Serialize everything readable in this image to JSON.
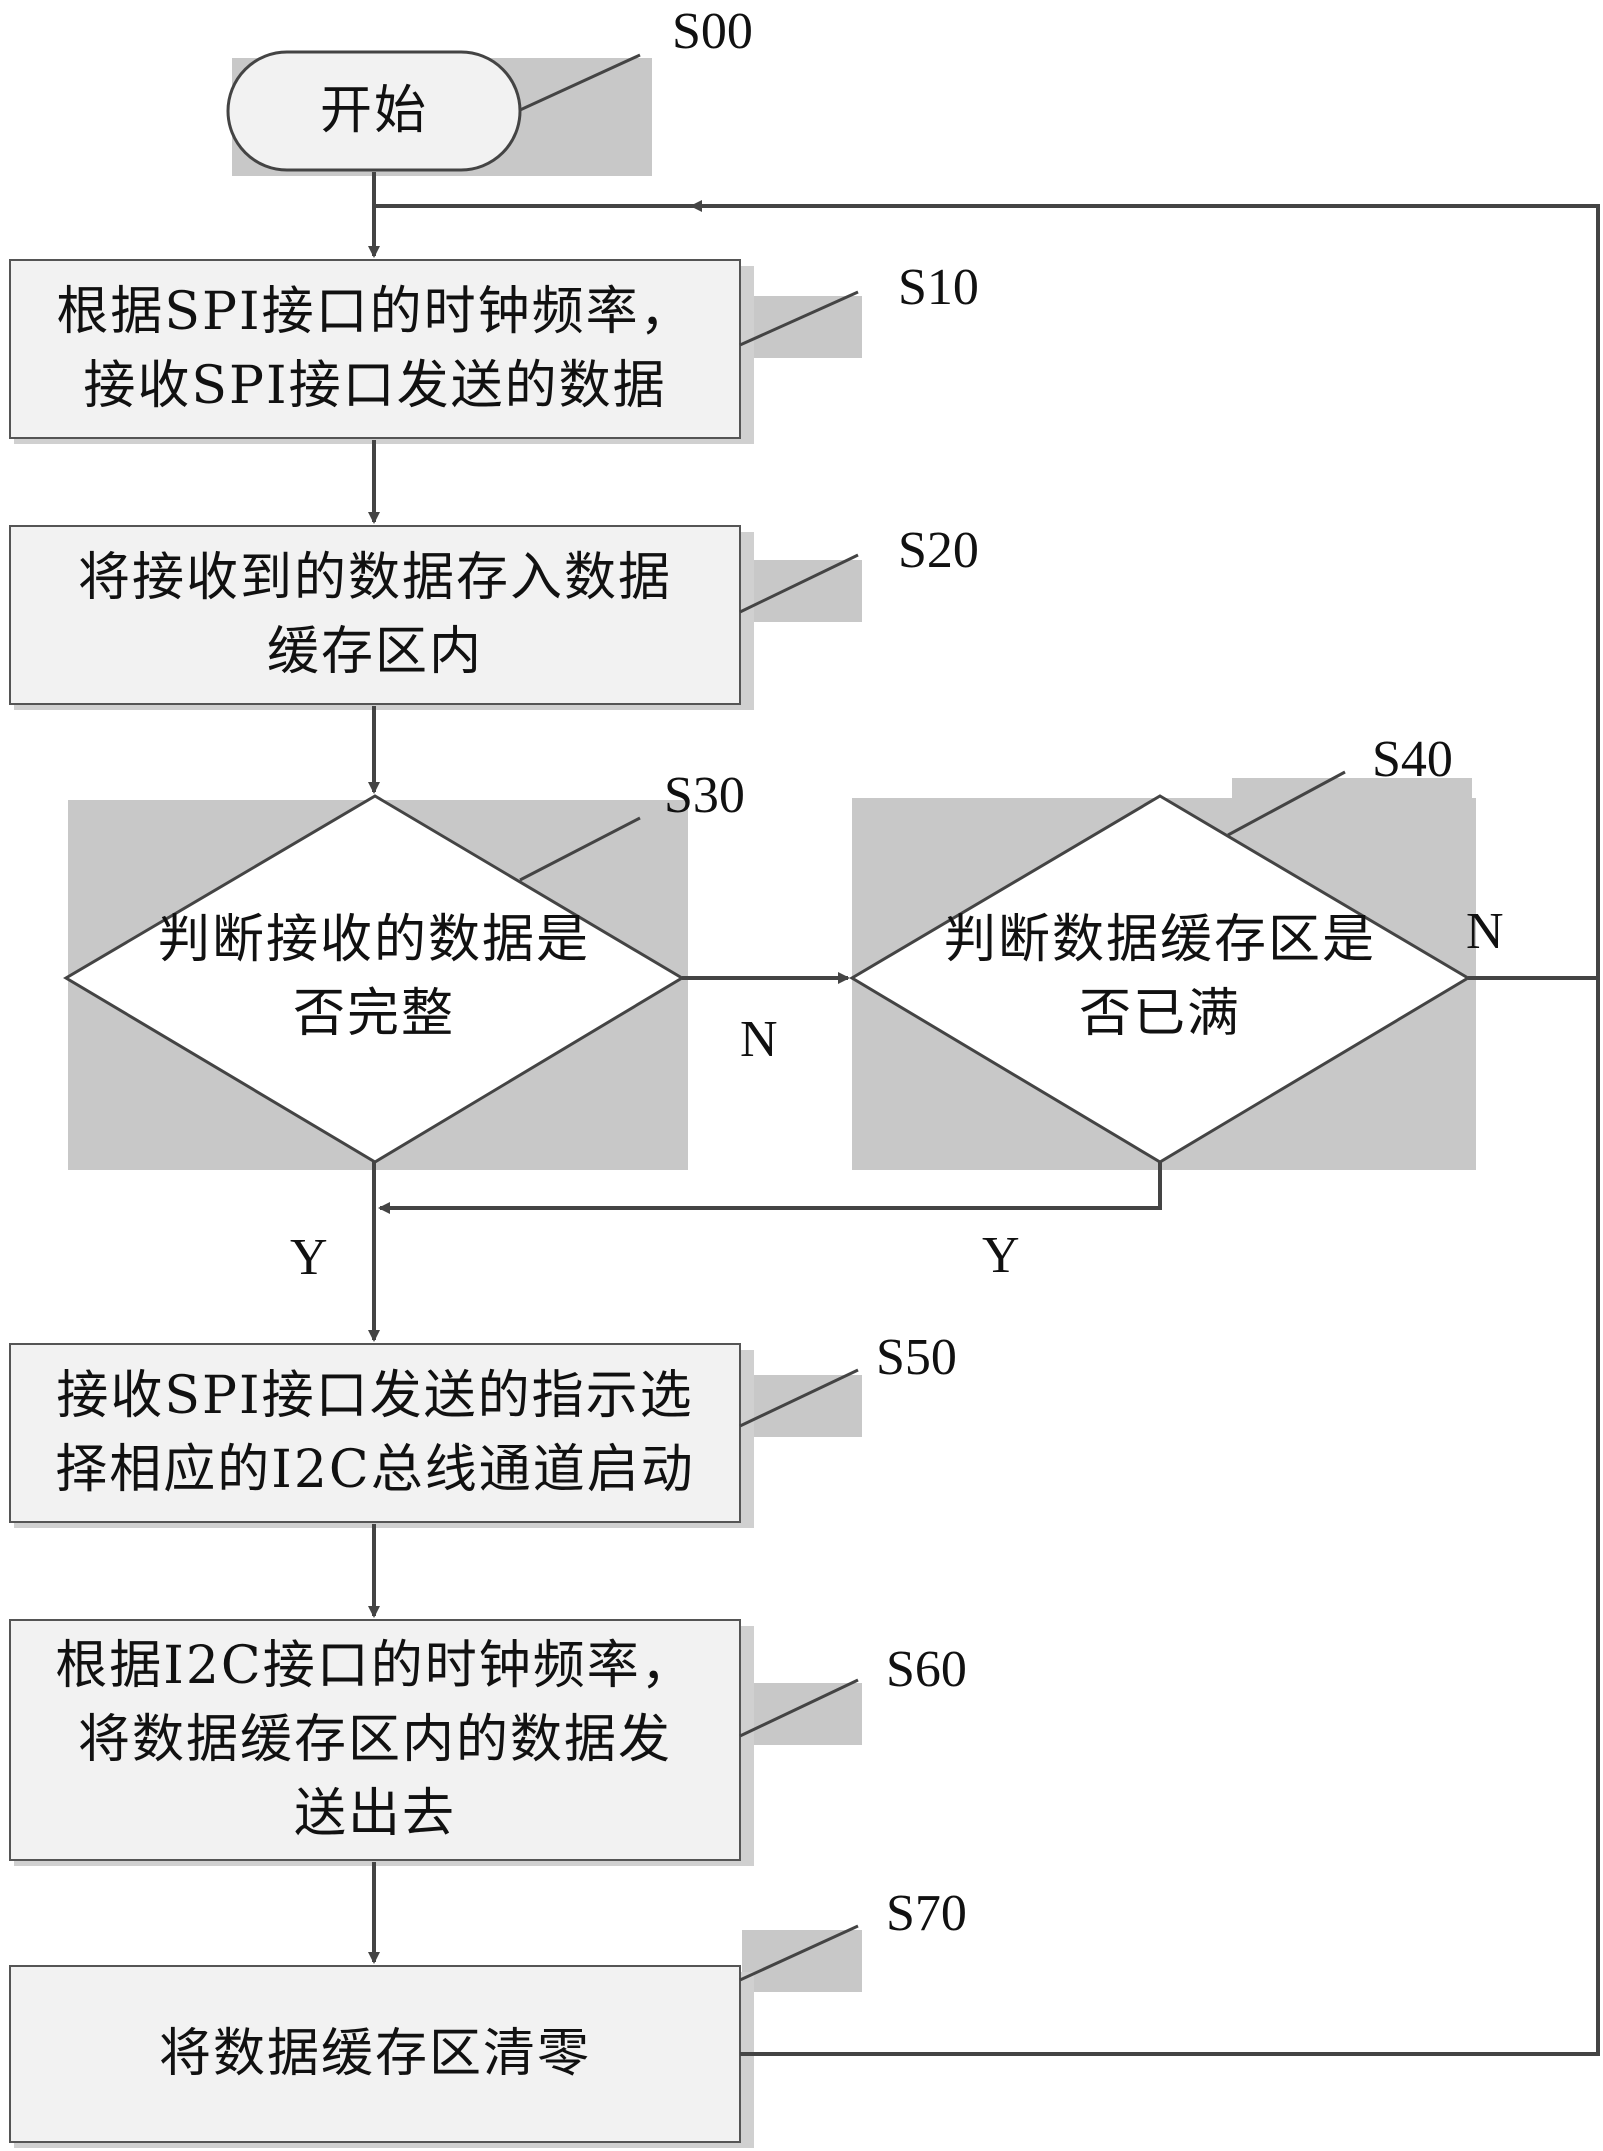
{
  "diagram": {
    "nodes": {
      "start": {
        "step": "S00",
        "lines": [
          "开始"
        ]
      },
      "s10": {
        "step": "S10",
        "lines": [
          "根据SPI接口的时钟频率，",
          "接收SPI接口发送的数据"
        ]
      },
      "s20": {
        "step": "S20",
        "lines": [
          "将接收到的数据存入数据",
          "缓存区内"
        ]
      },
      "s30": {
        "step": "S30",
        "lines": [
          "判断接收的数据是",
          "否完整"
        ]
      },
      "s40": {
        "step": "S40",
        "lines": [
          "判断数据缓存区是",
          "否已满"
        ]
      },
      "s50": {
        "step": "S50",
        "lines": [
          "接收SPI接口发送的指示选",
          "择相应的I2C总线通道启动"
        ]
      },
      "s60": {
        "step": "S60",
        "lines": [
          "根据I2C接口的时钟频率，",
          "将数据缓存区内的数据发",
          "送出去"
        ]
      },
      "s70": {
        "step": "S70",
        "lines": [
          "将数据缓存区清零"
        ]
      }
    },
    "edge_labels": {
      "s30_no": "N",
      "s40_no": "N",
      "s30_yes": "Y",
      "s40_yes": "Y"
    },
    "colors": {
      "box_fill": "#f2f2f2",
      "shadow": "#c8c8c8",
      "line": "#444444",
      "text": "#111111"
    }
  }
}
